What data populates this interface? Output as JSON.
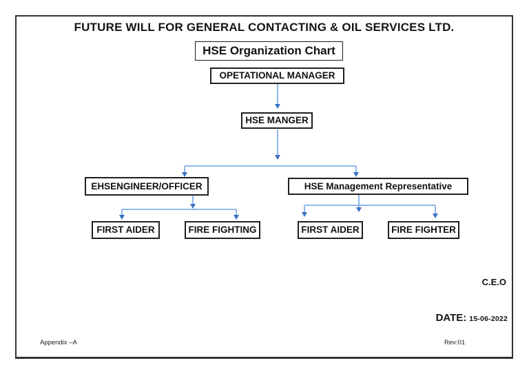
{
  "header": {
    "company": "FUTURE WILL FOR GENERAL CONTACTING & OIL SERVICES LTD.",
    "chart_title": "HSE Organization Chart"
  },
  "org": {
    "type": "org-chart",
    "nodes": {
      "operational_manager": "OPETATIONAL MANAGER",
      "hse_manager": "HSE MANGER",
      "ehs_engineer_officer": "EHSENGINEER/OFFICER",
      "hse_management_representative": "HSE Management Representative",
      "first_aider_left": "FIRST AIDER",
      "fire_fighting": "FIRE FIGHTING",
      "first_aider_right": "FIRST AIDER",
      "fire_fighter": "FIRE FIGHTER"
    },
    "edges": [
      [
        "operational_manager",
        "hse_manager"
      ],
      [
        "hse_manager",
        "ehs_engineer_officer"
      ],
      [
        "hse_manager",
        "hse_management_representative"
      ],
      [
        "ehs_engineer_officer",
        "first_aider_left"
      ],
      [
        "ehs_engineer_officer",
        "fire_fighting"
      ],
      [
        "hse_management_representative",
        "first_aider_right"
      ],
      [
        "hse_management_representative",
        "fire_fighter"
      ]
    ]
  },
  "footer": {
    "ceo": "C.E.O",
    "date_label": "DATE:",
    "date_value": "15-06-2022",
    "appendix": "Appendix –A",
    "rev": "Rev:01"
  },
  "colors": {
    "connector_line": "#7fafe4",
    "arrowhead": "#3a6fc4",
    "box_border": "#1f1f1f",
    "frame_border": "#333333"
  }
}
